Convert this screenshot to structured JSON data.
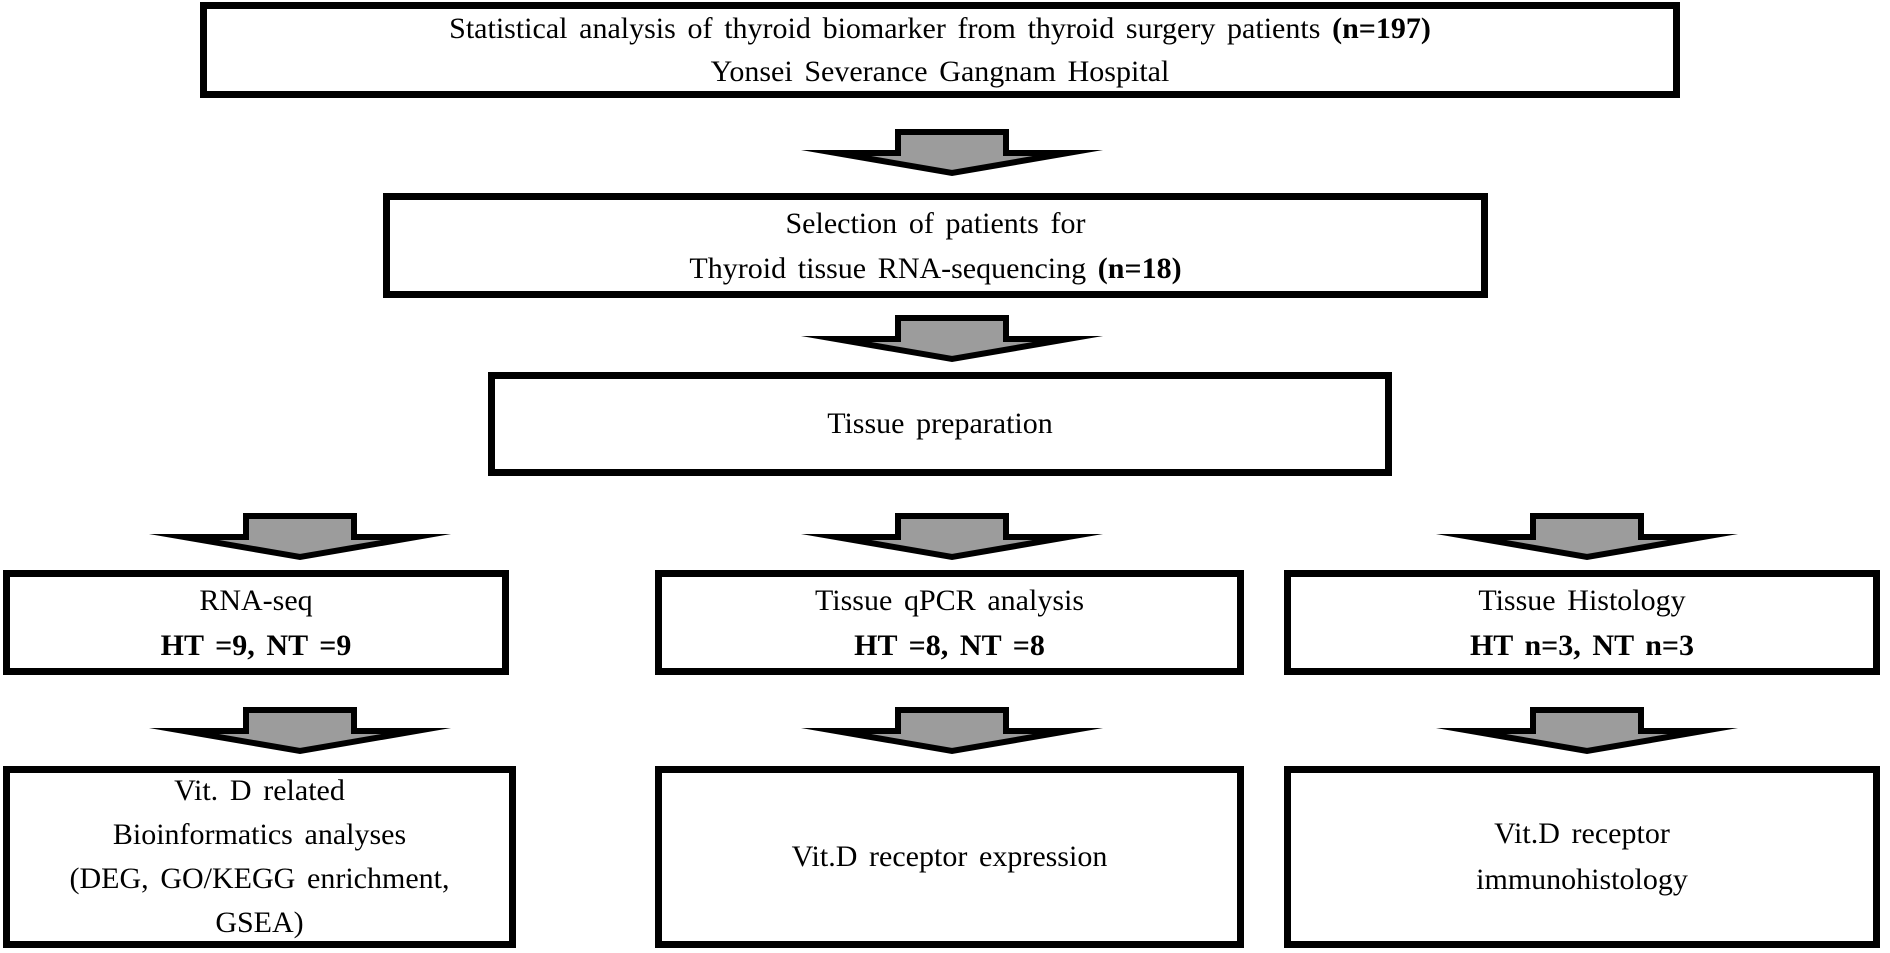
{
  "figure": {
    "type": "flowchart",
    "colors": {
      "arrow_fill": "#9c9c9c",
      "line": "#000000",
      "background": "#ffffff"
    },
    "top_box": {
      "line1": "Statistical analysis of thyroid biomarker from thyroid surgery patients",
      "line1_bold": "(n=197)",
      "line2": "Yonsei Severance Gangnam Hospital"
    },
    "selection_box": {
      "line1": "Selection of patients for",
      "line2": "Thyroid tissue RNA-sequencing",
      "line2_bold": "(n=18)"
    },
    "preparation_box": {
      "label": "Tissue preparation"
    },
    "branch_boxes": [
      {
        "title": "RNA-seq",
        "sample_bold": "HT =9, NT =9"
      },
      {
        "title": "Tissue qPCR analysis",
        "sample_bold": "HT =8, NT =8"
      },
      {
        "title": "Tissue Histology",
        "sample_bold": "HT n=3, NT n=3"
      }
    ],
    "outcome_boxes": [
      {
        "lines": [
          "Vit. D related",
          "Bioinformatics analyses",
          "(DEG, GO/KEGG enrichment,",
          "GSEA)"
        ]
      },
      {
        "lines": [
          "Vit.D receptor expression"
        ]
      },
      {
        "lines": [
          "Vit.D receptor",
          "immunohistology"
        ]
      }
    ]
  }
}
